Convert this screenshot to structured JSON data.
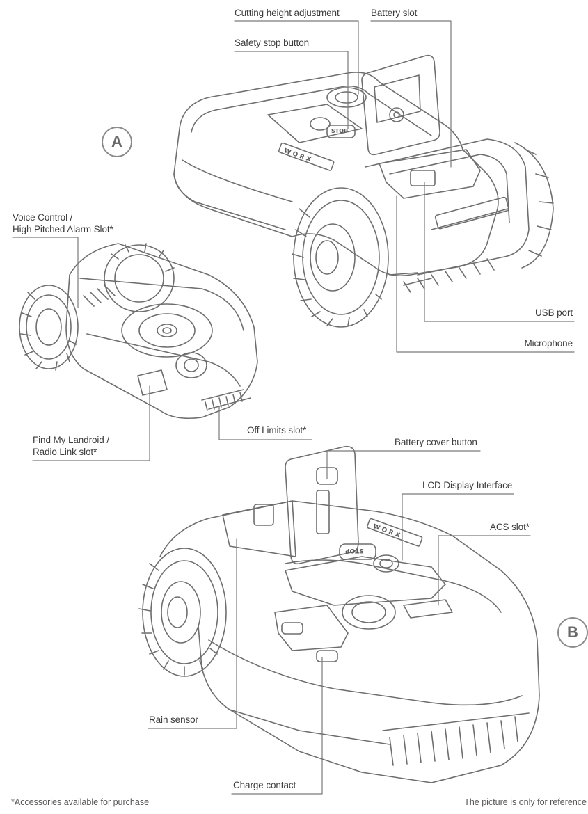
{
  "badges": {
    "a": "A",
    "b": "B"
  },
  "labels": {
    "cutting_height": "Cutting height adjustment",
    "battery_slot": "Battery slot",
    "safety_stop": "Safety stop button",
    "voice_control_1": "Voice Control /",
    "voice_control_2": "High Pitched Alarm Slot*",
    "usb_port": "USB port",
    "microphone": "Microphone",
    "find_my_1": "Find My Landroid /",
    "find_my_2": "Radio Link slot*",
    "off_limits": "Off Limits slot*",
    "battery_cover": "Battery cover button",
    "lcd_display": "LCD Display Interface",
    "acs_slot": "ACS slot*",
    "rain_sensor": "Rain sensor",
    "charge_contact": "Charge contact"
  },
  "product_marks": {
    "brand": "WORX",
    "stop": "STOP"
  },
  "footer": {
    "left": "*Accessories available for purchase",
    "right": "The picture is only for reference"
  }
}
